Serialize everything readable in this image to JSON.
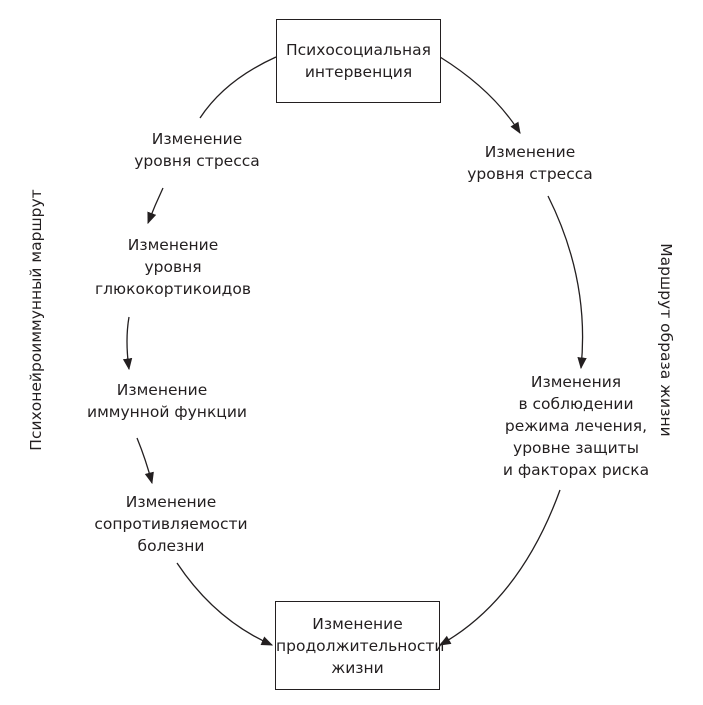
{
  "top_box": {
    "lines": [
      "Психосоциальная",
      "интервенция"
    ]
  },
  "bottom_box": {
    "lines": [
      "Изменение",
      "продолжительности",
      "жизни"
    ]
  },
  "left_path": {
    "label": "Психонейроиммунный маршрут",
    "nodes": [
      {
        "lines": [
          "Изменение",
          "уровня стресса"
        ]
      },
      {
        "lines": [
          "Изменение",
          "уровня",
          "глюкокортикоидов"
        ]
      },
      {
        "lines": [
          "Изменение",
          "иммунной функции"
        ]
      },
      {
        "lines": [
          "Изменение",
          "сопротивляемости",
          "болезни"
        ]
      }
    ]
  },
  "right_path": {
    "label": "Маршрут образа жизни",
    "nodes": [
      {
        "lines": [
          "Изменение",
          "уровня стресса"
        ]
      },
      {
        "lines": [
          "Изменения",
          "в соблюдении",
          "режима лечения,",
          "уровне защиты",
          "и факторах риска"
        ]
      }
    ]
  },
  "colors": {
    "ink": "#231f20",
    "background": "#ffffff"
  }
}
